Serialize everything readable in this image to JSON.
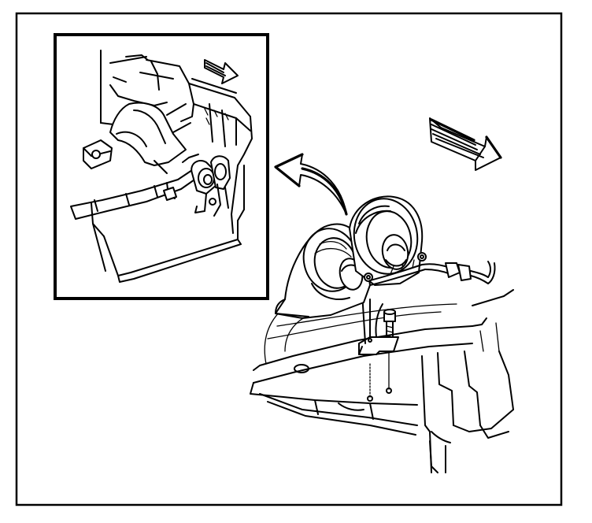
{
  "figure": {
    "background": "#ffffff",
    "line_color": "#000000",
    "icons": [
      "forward-direction-arrow",
      "zoom-from-arrow",
      "horn-assembly",
      "mounting-bolt",
      "wire-harness-connector",
      "radiator-support"
    ]
  }
}
